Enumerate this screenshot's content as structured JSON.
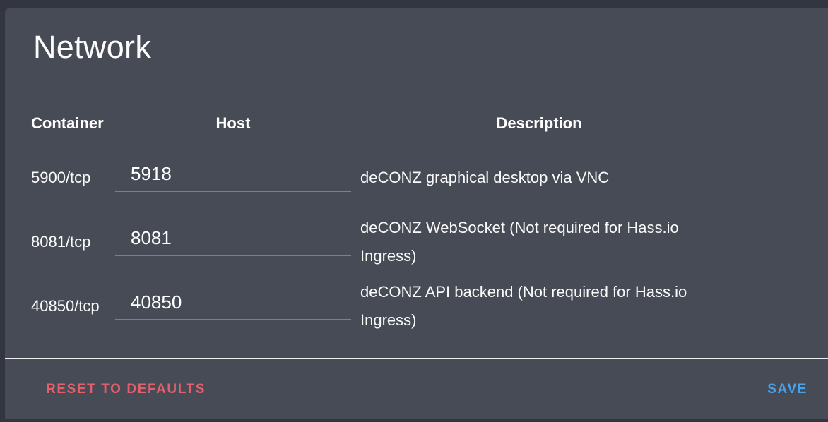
{
  "card": {
    "title": "Network",
    "table": {
      "headers": {
        "container": "Container",
        "host": "Host",
        "description": "Description"
      },
      "rows": [
        {
          "container": "5900/tcp",
          "host_value": "5918",
          "description": "deCONZ graphical desktop via VNC"
        },
        {
          "container": "8081/tcp",
          "host_value": "8081",
          "description": "deCONZ WebSocket (Not required for Hass.io Ingress)"
        },
        {
          "container": "40850/tcp",
          "host_value": "40850",
          "description": "deCONZ API backend (Not required for Hass.io Ingress)"
        }
      ]
    },
    "footer": {
      "reset_label": "RESET TO DEFAULTS",
      "save_label": "SAVE"
    },
    "colors": {
      "page_background": "#333641",
      "card_background": "#464b56",
      "input_underline": "#5b83c8",
      "reset_button": "#e2606c",
      "save_button": "#46a3eb",
      "divider": "#eceef0",
      "text": "#ffffff"
    }
  }
}
